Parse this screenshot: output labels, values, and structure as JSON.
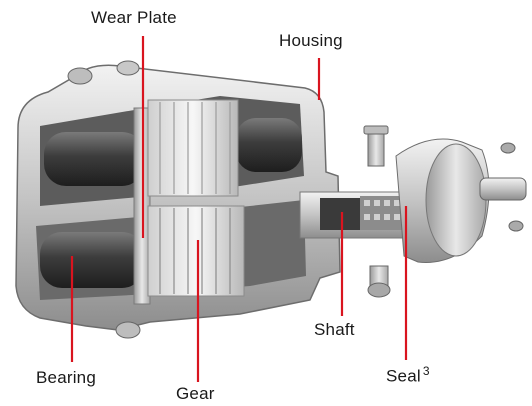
{
  "colors": {
    "leader_line": "#d9141f",
    "metal_light": "#d6d6d6",
    "metal_dark": "#4a4a4a",
    "label_text": "#1a1a1a"
  },
  "labels": {
    "wear_plate": "Wear Plate",
    "housing": "Housing",
    "shaft": "Shaft",
    "bearing": "Bearing",
    "gear": "Gear",
    "seal": "Seal",
    "seal_footnote": "3"
  }
}
